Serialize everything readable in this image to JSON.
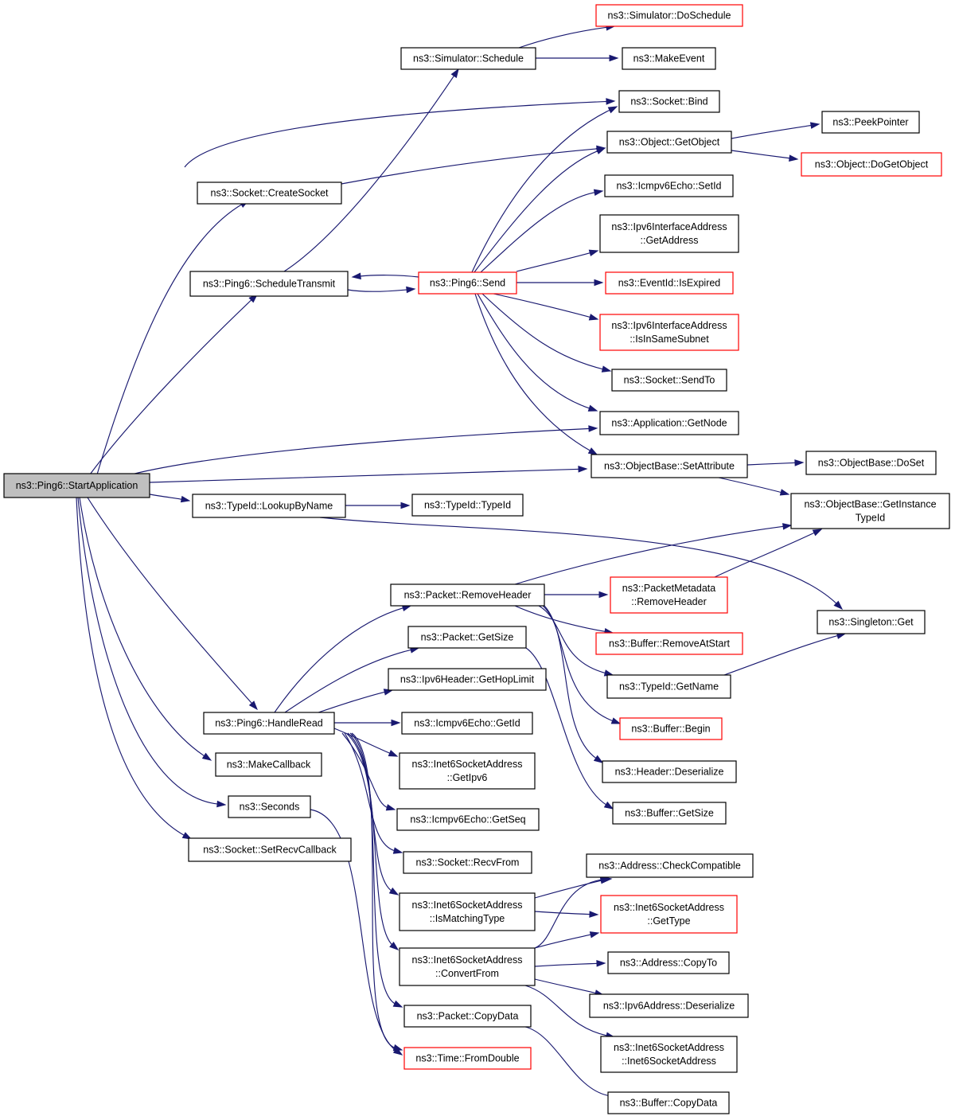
{
  "nodes": {
    "root": {
      "label": [
        "ns3::Ping6::StartApplication"
      ],
      "style": "root"
    },
    "sched": {
      "label": [
        "ns3::Simulator::Schedule"
      ],
      "style": "normal"
    },
    "doschedule": {
      "label": [
        "ns3::Simulator::DoSchedule"
      ],
      "style": "red"
    },
    "makeevent": {
      "label": [
        "ns3::MakeEvent"
      ],
      "style": "normal"
    },
    "bind": {
      "label": [
        "ns3::Socket::Bind"
      ],
      "style": "normal"
    },
    "createsocket": {
      "label": [
        "ns3::Socket::CreateSocket"
      ],
      "style": "normal"
    },
    "getobject": {
      "label": [
        "ns3::Object::GetObject"
      ],
      "style": "normal"
    },
    "peekpointer": {
      "label": [
        "ns3::PeekPointer"
      ],
      "style": "normal"
    },
    "dogetobject": {
      "label": [
        "ns3::Object::DoGetObject"
      ],
      "style": "red"
    },
    "setid": {
      "label": [
        "ns3::Icmpv6Echo::SetId"
      ],
      "style": "normal"
    },
    "ifgetaddr": {
      "label": [
        "ns3::Ipv6InterfaceAddress",
        "::GetAddress"
      ],
      "style": "normal"
    },
    "schedtx": {
      "label": [
        "ns3::Ping6::ScheduleTransmit"
      ],
      "style": "normal"
    },
    "send": {
      "label": [
        "ns3::Ping6::Send"
      ],
      "style": "red"
    },
    "isexpired": {
      "label": [
        "ns3::EventId::IsExpired"
      ],
      "style": "red"
    },
    "insamesubnet": {
      "label": [
        "ns3::Ipv6InterfaceAddress",
        "::IsInSameSubnet"
      ],
      "style": "red"
    },
    "sendto": {
      "label": [
        "ns3::Socket::SendTo"
      ],
      "style": "normal"
    },
    "getnode": {
      "label": [
        "ns3::Application::GetNode"
      ],
      "style": "normal"
    },
    "setattr": {
      "label": [
        "ns3::ObjectBase::SetAttribute"
      ],
      "style": "normal"
    },
    "doset": {
      "label": [
        "ns3::ObjectBase::DoSet"
      ],
      "style": "normal"
    },
    "getinsttid": {
      "label": [
        "ns3::ObjectBase::GetInstance",
        "TypeId"
      ],
      "style": "normal"
    },
    "lookupbyname": {
      "label": [
        "ns3::TypeId::LookupByName"
      ],
      "style": "normal"
    },
    "typeid": {
      "label": [
        "ns3::TypeId::TypeId"
      ],
      "style": "normal"
    },
    "removeheader": {
      "label": [
        "ns3::Packet::RemoveHeader"
      ],
      "style": "normal"
    },
    "pmremoveheader": {
      "label": [
        "ns3::PacketMetadata",
        "::RemoveHeader"
      ],
      "style": "red"
    },
    "singletonget": {
      "label": [
        "ns3::Singleton::Get"
      ],
      "style": "normal"
    },
    "removeatstart": {
      "label": [
        "ns3::Buffer::RemoveAtStart"
      ],
      "style": "red"
    },
    "pktgetsize": {
      "label": [
        "ns3::Packet::GetSize"
      ],
      "style": "normal"
    },
    "gethoplimit": {
      "label": [
        "ns3::Ipv6Header::GetHopLimit"
      ],
      "style": "normal"
    },
    "tidgetname": {
      "label": [
        "ns3::TypeId::GetName"
      ],
      "style": "normal"
    },
    "handleread": {
      "label": [
        "ns3::Ping6::HandleRead"
      ],
      "style": "normal"
    },
    "echogetid": {
      "label": [
        "ns3::Icmpv6Echo::GetId"
      ],
      "style": "normal"
    },
    "bufbegin": {
      "label": [
        "ns3::Buffer::Begin"
      ],
      "style": "red"
    },
    "i6getipv6": {
      "label": [
        "ns3::Inet6SocketAddress",
        "::GetIpv6"
      ],
      "style": "normal"
    },
    "makecallback": {
      "label": [
        "ns3::MakeCallback"
      ],
      "style": "normal"
    },
    "hdrdeser": {
      "label": [
        "ns3::Header::Deserialize"
      ],
      "style": "normal"
    },
    "seconds": {
      "label": [
        "ns3::Seconds"
      ],
      "style": "normal"
    },
    "echogetseq": {
      "label": [
        "ns3::Icmpv6Echo::GetSeq"
      ],
      "style": "normal"
    },
    "bufgetsize": {
      "label": [
        "ns3::Buffer::GetSize"
      ],
      "style": "normal"
    },
    "setrecvcb": {
      "label": [
        "ns3::Socket::SetRecvCallback"
      ],
      "style": "normal"
    },
    "recvfrom": {
      "label": [
        "ns3::Socket::RecvFrom"
      ],
      "style": "normal"
    },
    "checkcompat": {
      "label": [
        "ns3::Address::CheckCompatible"
      ],
      "style": "normal"
    },
    "ismatchingtype": {
      "label": [
        "ns3::Inet6SocketAddress",
        "::IsMatchingType"
      ],
      "style": "normal"
    },
    "i6gettype": {
      "label": [
        "ns3::Inet6SocketAddress",
        "::GetType"
      ],
      "style": "red"
    },
    "convertfrom": {
      "label": [
        "ns3::Inet6SocketAddress",
        "::ConvertFrom"
      ],
      "style": "normal"
    },
    "addrcopyto": {
      "label": [
        "ns3::Address::CopyTo"
      ],
      "style": "normal"
    },
    "ip6deser": {
      "label": [
        "ns3::Ipv6Address::Deserialize"
      ],
      "style": "normal"
    },
    "pktcopydata": {
      "label": [
        "ns3::Packet::CopyData"
      ],
      "style": "normal"
    },
    "i6ctor": {
      "label": [
        "ns3::Inet6SocketAddress",
        "::Inet6SocketAddress"
      ],
      "style": "normal"
    },
    "fromdouble": {
      "label": [
        "ns3::Time::FromDouble"
      ],
      "style": "red"
    },
    "bufcopydata": {
      "label": [
        "ns3::Buffer::CopyData"
      ],
      "style": "normal"
    }
  },
  "edges": [
    [
      "root",
      "bind"
    ],
    [
      "root",
      "createsocket"
    ],
    [
      "root",
      "schedtx"
    ],
    [
      "root",
      "getnode"
    ],
    [
      "root",
      "setattr"
    ],
    [
      "root",
      "lookupbyname"
    ],
    [
      "root",
      "handleread"
    ],
    [
      "root",
      "makecallback"
    ],
    [
      "root",
      "seconds"
    ],
    [
      "root",
      "setrecvcb"
    ],
    [
      "sched",
      "doschedule"
    ],
    [
      "sched",
      "makeevent"
    ],
    [
      "createsocket",
      "getobject"
    ],
    [
      "getobject",
      "peekpointer"
    ],
    [
      "getobject",
      "dogetobject"
    ],
    [
      "schedtx",
      "sched"
    ],
    [
      "schedtx",
      "send"
    ],
    [
      "send",
      "schedtx"
    ],
    [
      "send",
      "bind"
    ],
    [
      "send",
      "getobject"
    ],
    [
      "send",
      "setid"
    ],
    [
      "send",
      "ifgetaddr"
    ],
    [
      "send",
      "isexpired"
    ],
    [
      "send",
      "insamesubnet"
    ],
    [
      "send",
      "sendto"
    ],
    [
      "send",
      "getnode"
    ],
    [
      "send",
      "setattr"
    ],
    [
      "setattr",
      "doset"
    ],
    [
      "setattr",
      "getinsttid"
    ],
    [
      "lookupbyname",
      "typeid"
    ],
    [
      "lookupbyname",
      "singletonget"
    ],
    [
      "handleread",
      "removeheader"
    ],
    [
      "handleread",
      "pktgetsize"
    ],
    [
      "handleread",
      "gethoplimit"
    ],
    [
      "handleread",
      "echogetid"
    ],
    [
      "handleread",
      "i6getipv6"
    ],
    [
      "handleread",
      "echogetseq"
    ],
    [
      "handleread",
      "recvfrom"
    ],
    [
      "handleread",
      "ismatchingtype"
    ],
    [
      "handleread",
      "convertfrom"
    ],
    [
      "handleread",
      "pktcopydata"
    ],
    [
      "handleread",
      "fromdouble"
    ],
    [
      "removeheader",
      "getinsttid"
    ],
    [
      "removeheader",
      "pmremoveheader"
    ],
    [
      "removeheader",
      "removeatstart"
    ],
    [
      "removeheader",
      "tidgetname"
    ],
    [
      "removeheader",
      "bufbegin"
    ],
    [
      "removeheader",
      "hdrdeser"
    ],
    [
      "pmremoveheader",
      "getinsttid"
    ],
    [
      "tidgetname",
      "singletonget"
    ],
    [
      "pktgetsize",
      "bufgetsize"
    ],
    [
      "seconds",
      "fromdouble"
    ],
    [
      "ismatchingtype",
      "checkcompat"
    ],
    [
      "ismatchingtype",
      "i6gettype"
    ],
    [
      "convertfrom",
      "checkcompat"
    ],
    [
      "convertfrom",
      "i6gettype"
    ],
    [
      "convertfrom",
      "addrcopyto"
    ],
    [
      "convertfrom",
      "ip6deser"
    ],
    [
      "convertfrom",
      "i6ctor"
    ],
    [
      "pktcopydata",
      "bufcopydata"
    ]
  ]
}
